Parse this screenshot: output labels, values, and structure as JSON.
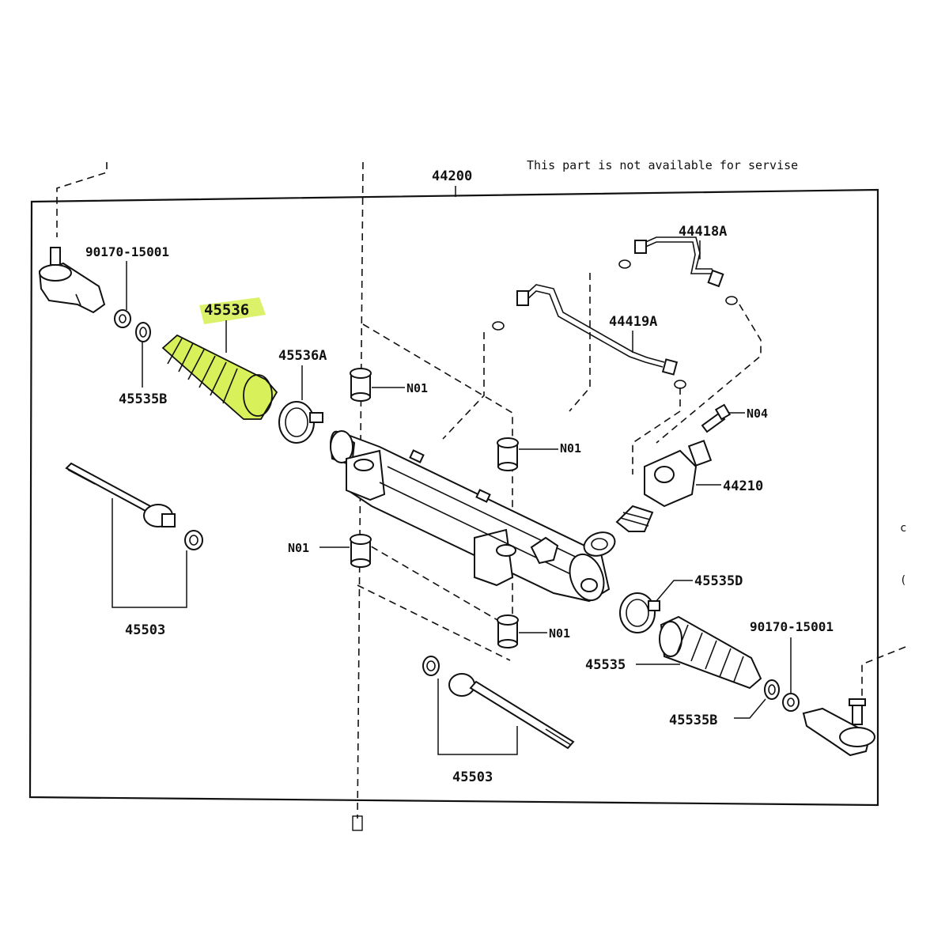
{
  "diagram": {
    "note": "This part is not available for servise",
    "assembly_label": "44200",
    "highlight_color": "#d8f05a",
    "labels": {
      "nut_left": "90170-15001",
      "boot_left_highlighted": "45536",
      "clamp_left": "45535B",
      "clamp_left_large": "45536A",
      "tie_rod_left": "45503",
      "grommet_1": "N01",
      "grommet_2": "N01",
      "grommet_3": "N01",
      "grommet_4": "N01",
      "tube_a": "44418A",
      "tube_b": "44419A",
      "bolt": "N04",
      "valve": "44210",
      "clamp_right_large": "45535D",
      "nut_right": "90170-15001",
      "boot_right": "45535",
      "clamp_right": "45535B",
      "tie_rod_right": "45503"
    }
  }
}
